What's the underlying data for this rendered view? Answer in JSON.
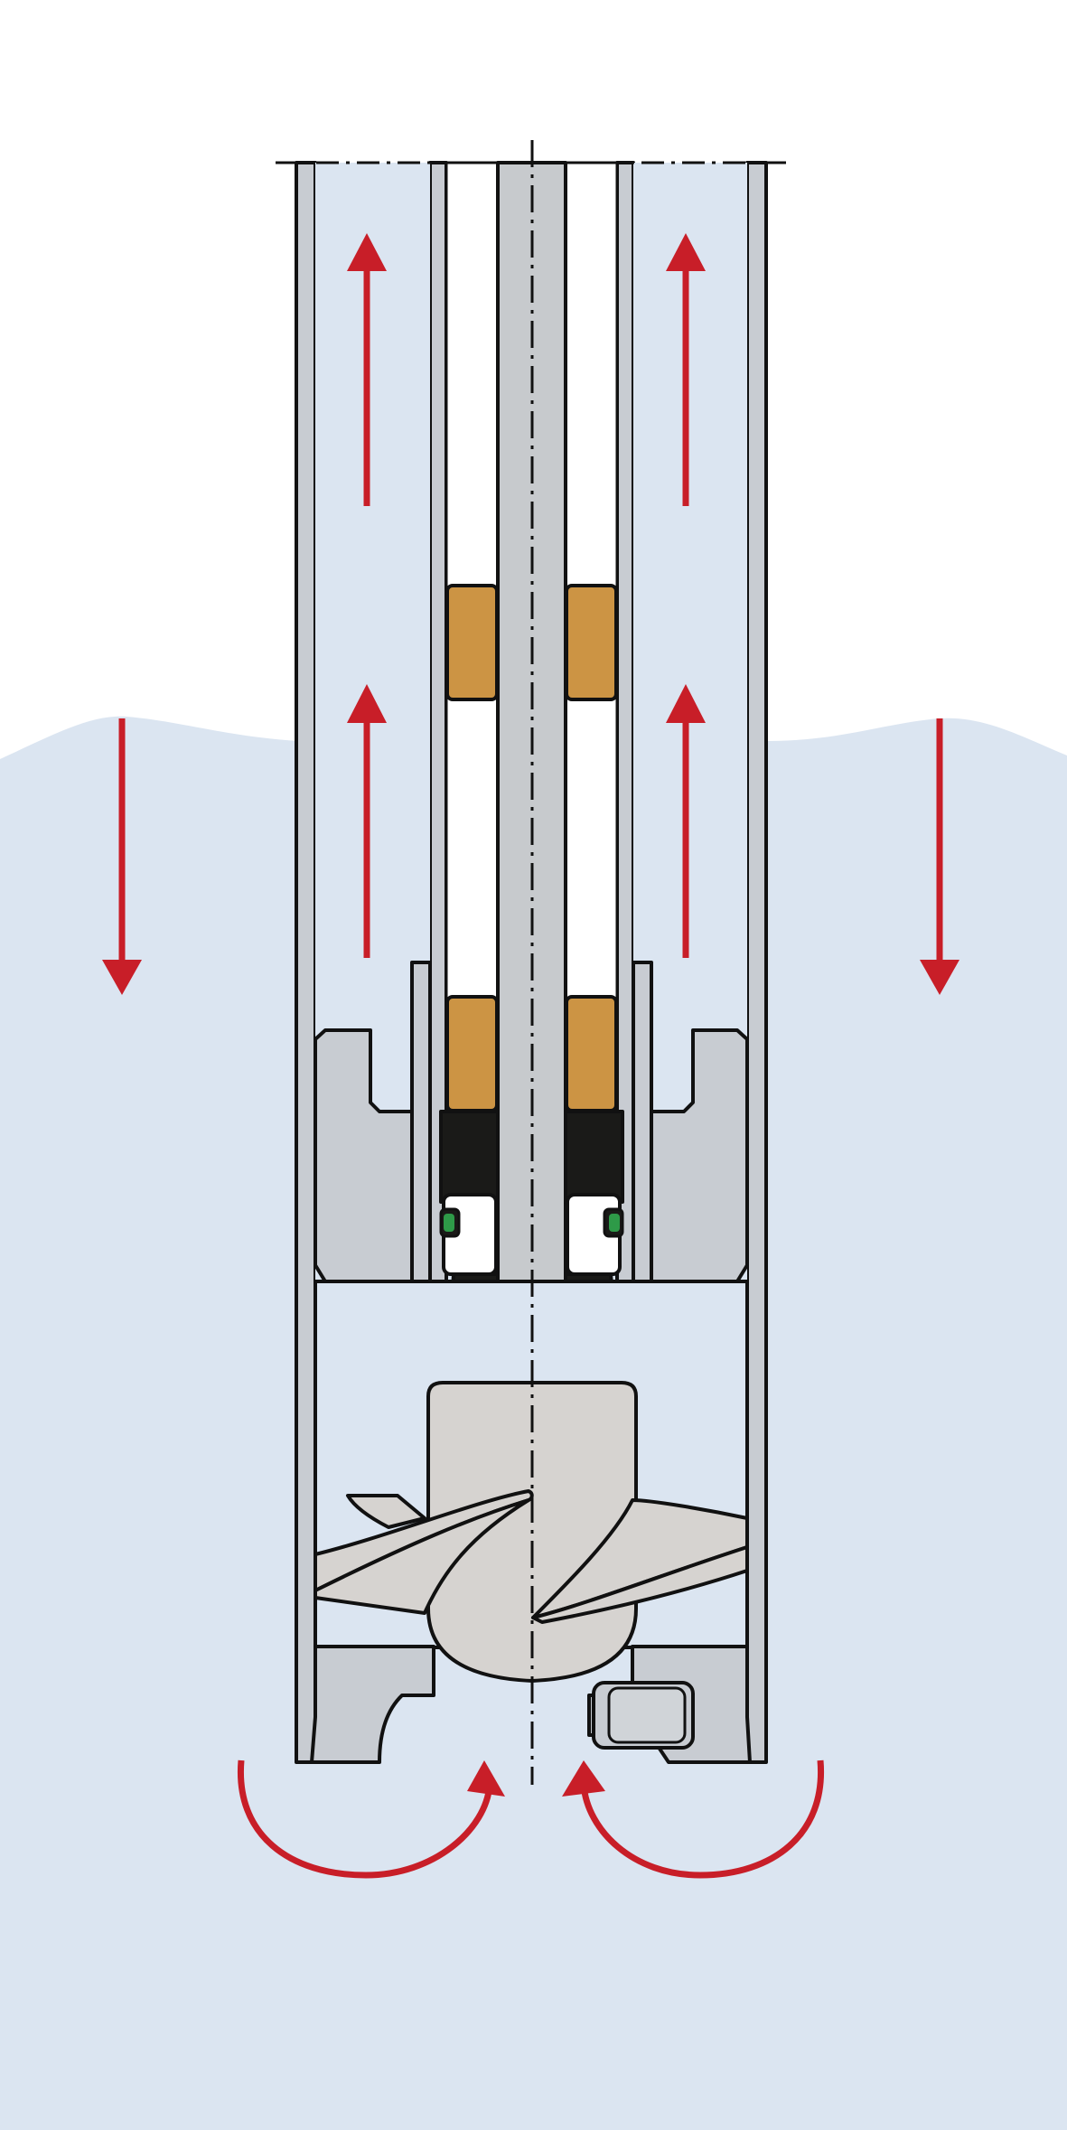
{
  "diagram": {
    "colors": {
      "background": "#ffffff",
      "liquid": "#dbe5f1",
      "casing": "#c8ccd2",
      "shaft": "#c7cacd",
      "bearing": "#cc9444",
      "seal": "#1a1a18",
      "oring": "#2e9a48",
      "impeller": "#d6d3d0",
      "flow_arrow": "#c81e28",
      "outline": "#111111"
    },
    "flow_arrows": [
      {
        "id": "up-left-upper",
        "direction": "up"
      },
      {
        "id": "up-right-upper",
        "direction": "up"
      },
      {
        "id": "up-left-lower",
        "direction": "up"
      },
      {
        "id": "up-right-lower",
        "direction": "up"
      },
      {
        "id": "down-left-outside",
        "direction": "down"
      },
      {
        "id": "down-right-outside",
        "direction": "down"
      },
      {
        "id": "intake-left",
        "direction": "curved-up"
      },
      {
        "id": "intake-right",
        "direction": "curved-up"
      }
    ],
    "icons": [
      "vertical-pump-section-diagram",
      "flow-arrow-icon",
      "centerline",
      "impeller",
      "bearing",
      "mechanical-seal"
    ]
  }
}
